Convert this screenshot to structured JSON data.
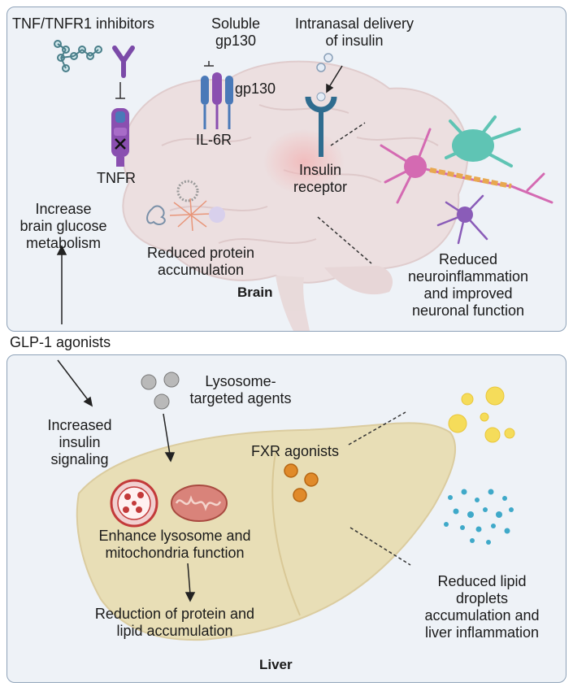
{
  "brain": {
    "title": "Brain",
    "tnf_inhibitors": "TNF/TNFR1 inhibitors",
    "soluble_gp130": [
      "Soluble",
      "gp130"
    ],
    "gp130": "gp130",
    "il6r": "IL-6R",
    "tnfr": "TNFR",
    "intranasal": [
      "Intranasal delivery",
      "of insulin"
    ],
    "insulin_receptor": [
      "Insulin",
      "receptor"
    ],
    "glucose": [
      "Increase",
      "brain glucose",
      "metabolism"
    ],
    "protein": [
      "Reduced protein",
      "accumulation"
    ],
    "outcome": [
      "Reduced",
      "neuroinflammation",
      "and improved",
      "neuronal function"
    ]
  },
  "glp1": "GLP-1 agonists",
  "liver": {
    "title": "Liver",
    "insulin_signaling": [
      "Increased",
      "insulin",
      "signaling"
    ],
    "lysosome_agents": [
      "Lysosome-",
      "targeted agents"
    ],
    "fxr": "FXR agonists",
    "enhance": [
      "Enhance lysosome and",
      "mitochondria function"
    ],
    "reduction": [
      "Reduction of protein and",
      "lipid accumulation"
    ],
    "outcome": [
      "Reduced lipid",
      "droplets",
      "accumulation and",
      "liver inflammation"
    ]
  },
  "colors": {
    "panel_bg": "#eef2f7",
    "panel_border": "#8ea2b8",
    "receptor_purple": "#8a4fb0",
    "receptor_blue": "#4a79b8",
    "liver_tan": "#e8dcb0",
    "neuron_pink": "#d46ab2",
    "neuron_teal": "#5fc4b4",
    "lipid_yellow": "#f5dc5a",
    "droplet_blue": "#3fa9c9"
  }
}
